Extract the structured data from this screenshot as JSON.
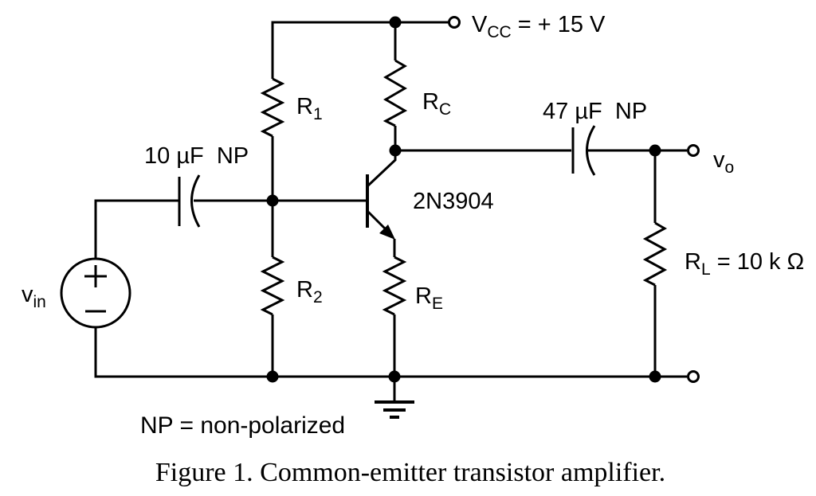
{
  "colors": {
    "line": "#000000",
    "background": "#ffffff",
    "text": "#000000"
  },
  "power": {
    "vcc_base": "V",
    "vcc_sub": "CC",
    "vcc_rest": " = + 15 V"
  },
  "components": {
    "r1": {
      "base": "R",
      "sub": "1"
    },
    "r2": {
      "base": "R",
      "sub": "2"
    },
    "rc": {
      "base": "R",
      "sub": "C"
    },
    "re": {
      "base": "R",
      "sub": "E"
    },
    "rl": {
      "base": "R",
      "sub": "L",
      "value": " = 10 k Ω"
    },
    "transistor": "2N3904",
    "input_capacitor": "10 µF  NP",
    "output_capacitor": "47 µF  NP"
  },
  "signals": {
    "vin_base": "v",
    "vin_sub": "in",
    "vo_base": "v",
    "vo_sub": "o"
  },
  "notes": {
    "np": "NP = non-polarized"
  },
  "caption": "Figure 1. Common-emitter transistor amplifier."
}
